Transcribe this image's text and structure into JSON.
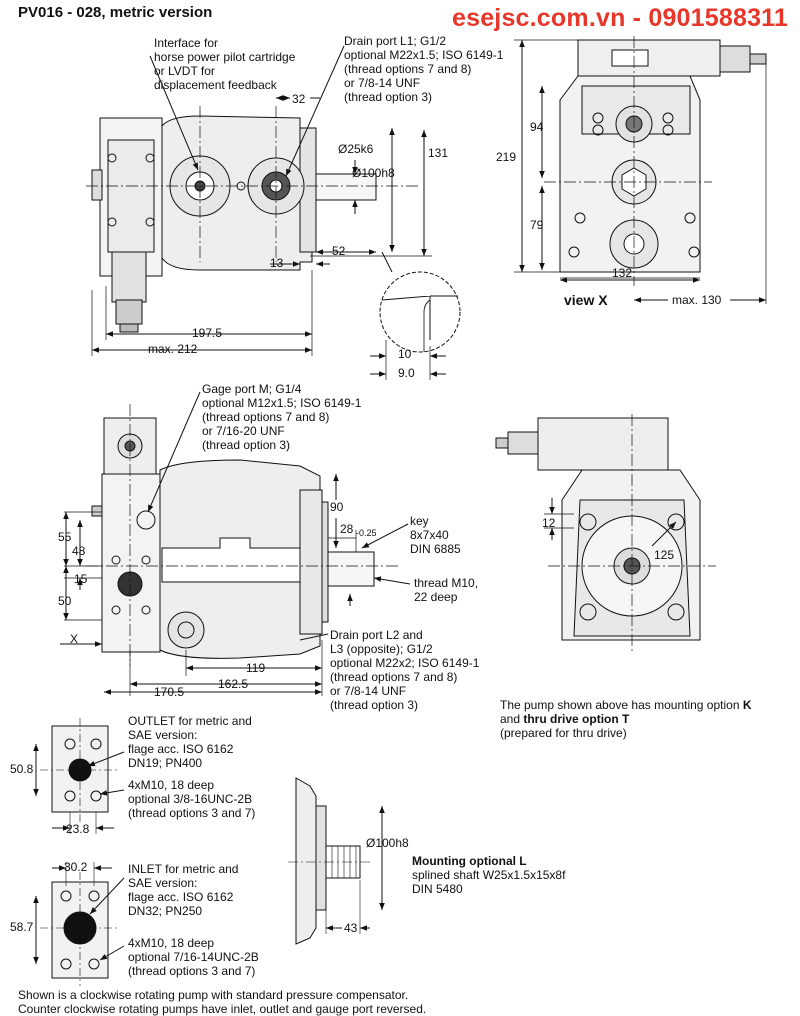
{
  "header": {
    "title": "PV016 - 028, metric version",
    "watermark": "esejsc.com.vn - 0901588311"
  },
  "view_side": {
    "interface_note": "Interface for\nhorse power pilot cartridge\nor LVDT for\ndisplacement feedback",
    "drain_note": "Drain port L1; G1/2\noptional M22x1.5; ISO 6149-1\n(thread options 7 and 8)\nor 7/8-14 UNF\n(thread option 3)",
    "dim_32": "32",
    "dim_25": "Ø25k6",
    "dim_100": "Ø100h8",
    "dim_131": "131",
    "dim_52": "52",
    "dim_13": "13",
    "dim_1975": "197.5",
    "dim_212": "max. 212",
    "dim_10": "10",
    "dim_90": "9.0"
  },
  "view_x": {
    "dim_94": "94",
    "dim_219": "219",
    "dim_79": "79",
    "dim_132": "132",
    "label": "view X",
    "dim_130": "max. 130"
  },
  "view_front": {
    "gage_note": "Gage port M; G1/4\noptional M12x1.5; ISO 6149-1\n(thread options 7 and 8)\nor 7/16-20 UNF\n(thread option 3)",
    "dim_90": "90",
    "dim_28": "28",
    "dim_28_tol": "-0.25",
    "key_note": "key\n8x7x40\nDIN 6885",
    "thread_note": "thread M10,\n22 deep",
    "dim_55": "55",
    "dim_48": "48",
    "dim_15": "15",
    "dim_50": "50",
    "x_label": "X",
    "drain2_note": "Drain port L2 and\nL3 (opposite); G1/2\noptional M22x2; ISO 6149-1\n(thread options 7 and 8)\nor 7/8-14 UNF\n(thread option 3)",
    "dim_119": "119",
    "dim_1625": "162.5",
    "dim_1705": "170.5"
  },
  "view_end": {
    "dim_12": "12",
    "dim_125": "125",
    "caption_a": "The pump shown above has mounting option ",
    "caption_k": "K",
    "caption_b": "and ",
    "caption_t": "thru drive option T",
    "caption_c": "(prepared for thru drive)"
  },
  "outlet": {
    "note": "OUTLET for metric and\nSAE version:\nflage acc. ISO 6162\nDN19; PN400",
    "bolt_note": "4xM10, 18 deep\noptional 3/8-16UNC-2B\n(thread options 3 and 7)",
    "dim_508": "50.8",
    "dim_238": "23.8"
  },
  "inlet": {
    "note": "INLET for metric and\nSAE version:\nflage acc. ISO 6162\nDN32; PN250",
    "bolt_note": "4xM10, 18 deep\noptional 7/16-14UNC-2B\n(thread options 3 and 7)",
    "dim_302": "30.2",
    "dim_587": "58.7"
  },
  "mounting_l": {
    "dim_100": "Ø100h8",
    "dim_43": "43",
    "title": "Mounting optional L",
    "desc": "splined shaft W25x1.5x15x8f\nDIN 5480"
  },
  "footer": {
    "text": "Shown is a clockwise rotating pump with standard pressure compensator.\nCounter clockwise rotating pumps have inlet, outlet and gauge port reversed."
  }
}
